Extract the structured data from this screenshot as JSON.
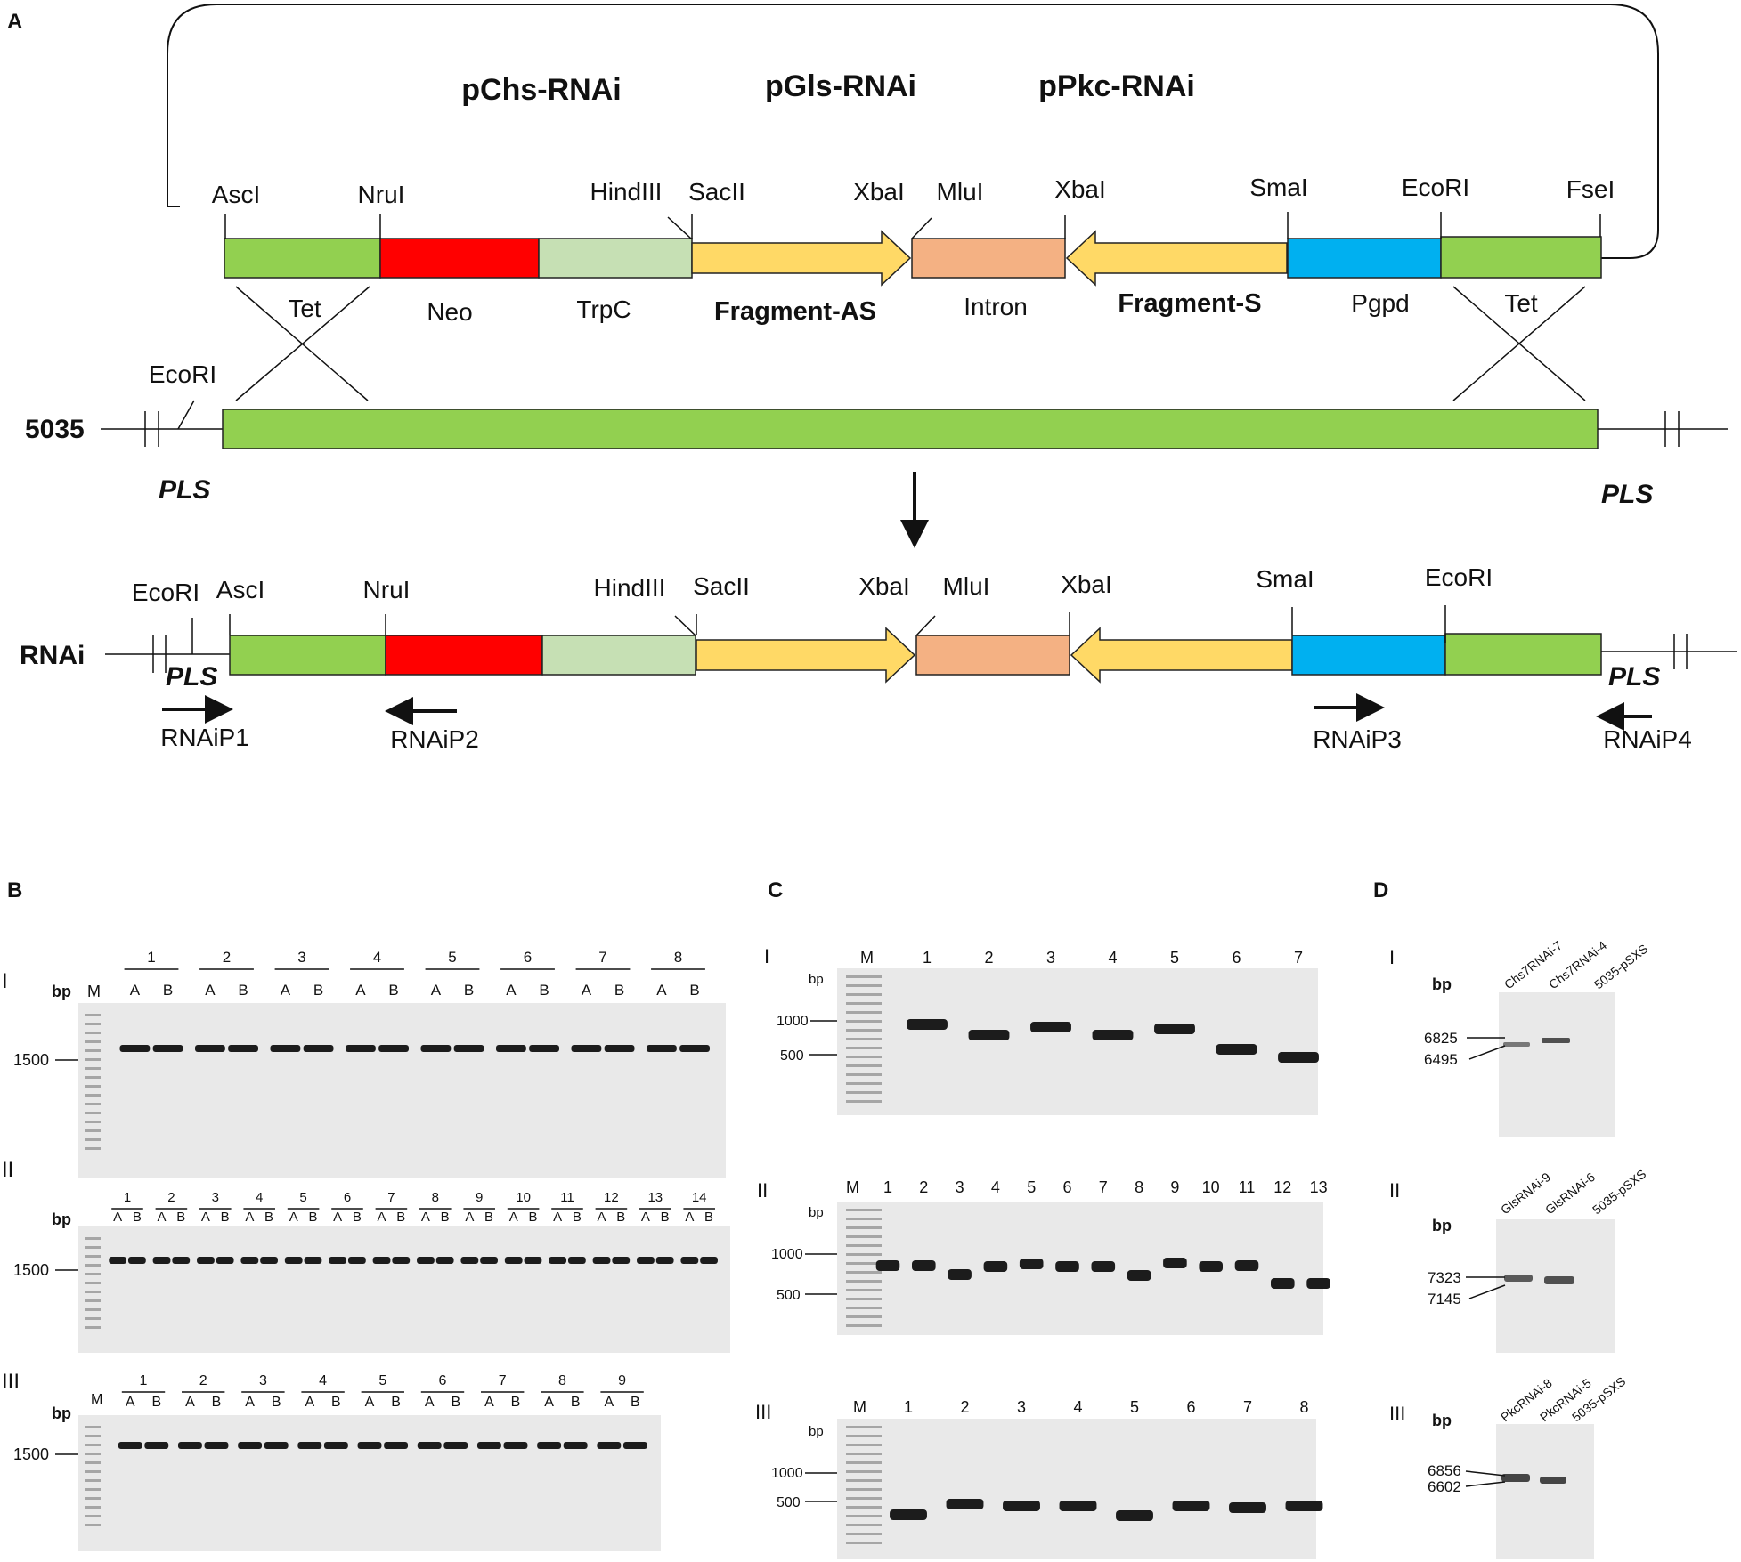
{
  "panels": {
    "A": "A",
    "B": "B",
    "C": "C",
    "D": "D"
  },
  "plasmid": {
    "names": [
      "pChs-RNAi",
      "pGls-RNAi",
      "pPkc-RNAi"
    ],
    "sites": [
      "AscI",
      "NruI",
      "HindIII",
      "SacII",
      "XbaI",
      "MluI",
      "XbaI",
      "SmaI",
      "EcoRI",
      "FseI"
    ],
    "segments": [
      "Tet",
      "Neo",
      "TrpC",
      "Fragment-AS",
      "Intron",
      "Fragment-S",
      "Pgpd",
      "Tet"
    ]
  },
  "genome": {
    "label": "5035",
    "site": "EcoRI",
    "pls_left": "PLS",
    "pls_right": "PLS"
  },
  "rnai": {
    "label": "RNAi",
    "sites": [
      "EcoRI",
      "AscI",
      "NruI",
      "HindIII",
      "SacII",
      "XbaI",
      "MluI",
      "XbaI",
      "SmaI",
      "EcoRI"
    ],
    "pls_left": "PLS",
    "pls_right": "PLS",
    "primers": [
      "RNAiP1",
      "RNAiP2",
      "RNAiP3",
      "RNAiP4"
    ]
  },
  "gel_b": {
    "rows": [
      "I",
      "II",
      "III"
    ],
    "bp": "bp",
    "marker": "M",
    "size": "1500",
    "row1_groups": [
      "1",
      "2",
      "3",
      "4",
      "5",
      "6",
      "7",
      "8"
    ],
    "row2_groups": [
      "1",
      "2",
      "3",
      "4",
      "5",
      "6",
      "7",
      "8",
      "9",
      "10",
      "11",
      "12",
      "13",
      "14"
    ],
    "row3_groups": [
      "1",
      "2",
      "3",
      "4",
      "5",
      "6",
      "7",
      "8",
      "9"
    ],
    "sublanes": [
      "A",
      "B"
    ]
  },
  "gel_c": {
    "rows": [
      "I",
      "II",
      "III"
    ],
    "bp": "bp",
    "marker": "M",
    "sizes": [
      "1000",
      "500"
    ],
    "row1_lanes": [
      "1",
      "2",
      "3",
      "4",
      "5",
      "6",
      "7"
    ],
    "row2_lanes": [
      "1",
      "2",
      "3",
      "4",
      "5",
      "6",
      "7",
      "8",
      "9",
      "10",
      "11",
      "12",
      "13"
    ],
    "row3_lanes": [
      "1",
      "2",
      "3",
      "4",
      "5",
      "6",
      "7",
      "8"
    ]
  },
  "gel_d": {
    "rows": [
      "I",
      "II",
      "III"
    ],
    "bp": "bp",
    "row1": {
      "lanes": [
        "Chs7RNAi-7",
        "Chs7RNAi-4",
        "5035-pSXS"
      ],
      "sizes": [
        "6825",
        "6495"
      ]
    },
    "row2": {
      "lanes": [
        "GlsRNAi-9",
        "GlsRNAi-6",
        "5035-pSXS"
      ],
      "sizes": [
        "7323",
        "7145"
      ]
    },
    "row3": {
      "lanes": [
        "PkcRNAi-8",
        "PkcRNAi-5",
        "5035-pSXS"
      ],
      "sizes": [
        "6856",
        "6602"
      ]
    }
  },
  "colors": {
    "tet": "#92d050",
    "neo": "#ff0000",
    "trpc": "#c6e0b4",
    "fragment": "#ffd966",
    "intron": "#f4b183",
    "pgpd": "#00b0f0"
  }
}
